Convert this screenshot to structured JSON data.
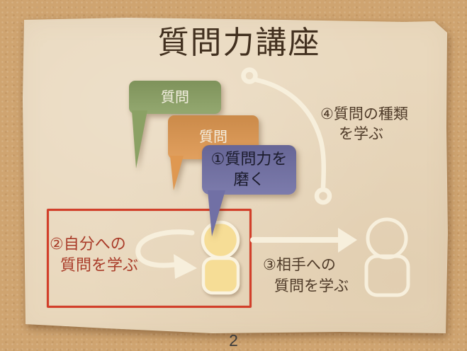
{
  "slide": {
    "title": "質問力講座",
    "page_number": "2"
  },
  "bubbles": {
    "green": {
      "label": "質問"
    },
    "orange": {
      "label": "質問"
    },
    "purple": {
      "line1": "①質問力を",
      "line2": "磨く"
    }
  },
  "annotations": {
    "self_question": {
      "line1": "②自分への",
      "line2": "質問を学ぶ"
    },
    "other_question": {
      "line1": "③相手への",
      "line2": "質問を学ぶ"
    },
    "question_types": {
      "line1": "④質問の種類",
      "line2": "を学ぶ"
    }
  },
  "figures": {
    "self": "yellow-person",
    "other": "outline-person"
  },
  "colors": {
    "background": "#cfa470",
    "paper": "#e9d8bd",
    "title-text": "#42301f",
    "bubble-green": "#8ba164",
    "bubble-orange": "#df9851",
    "bubble-purple": "#7170a5",
    "bubble-light-text": "#f4efe1",
    "bubble-dark-text": "#1b1b2c",
    "highlight-red": "#d23f2a",
    "red-text": "#a93b28",
    "brown-text": "#4e3a28",
    "arrow-cream": "#f7efdc",
    "figure-yellow": "#f6dd96",
    "page-text": "#3b3b3b"
  }
}
